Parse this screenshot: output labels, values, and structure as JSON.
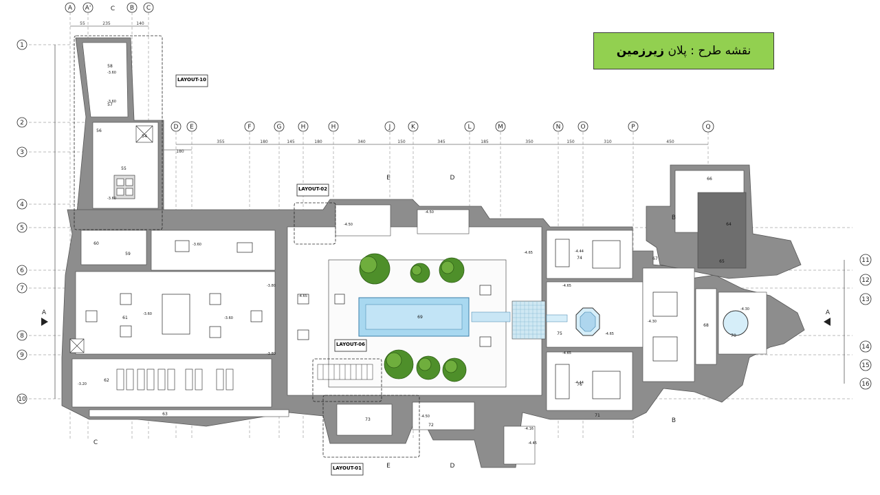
{
  "title": {
    "prefix": "نقشه طرح : پلان",
    "emphasis": "زیرزمین"
  },
  "grid": {
    "columns_top": [
      "A",
      "A'",
      "B",
      "C",
      "D",
      "E",
      "F",
      "G",
      "H",
      "H",
      "J",
      "K",
      "L",
      "M",
      "N",
      "O",
      "P",
      "Q"
    ],
    "rows_left": [
      "1",
      "2",
      "3",
      "4",
      "5",
      "6",
      "7",
      "8",
      "9",
      "10"
    ],
    "rows_right": [
      "11",
      "12",
      "13",
      "14",
      "15",
      "16"
    ],
    "dims_top_main": [
      "355",
      "180",
      "145",
      "180",
      "340",
      "150",
      "345",
      "185",
      "350",
      "150",
      "310",
      "450"
    ],
    "dims_top_left": [
      "55",
      "235",
      "140"
    ],
    "extra_dim": "180"
  },
  "layout_tags": [
    "LAYOUT-10",
    "LAYOUT-02",
    "LAYOUT-06",
    "LAYOUT-01"
  ],
  "section_marks": [
    "A",
    "A",
    "B",
    "B",
    "C",
    "C",
    "E",
    "E",
    "D",
    "D"
  ],
  "rooms": [
    "58",
    "57",
    "56",
    "54",
    "55",
    "60",
    "59",
    "61",
    "62",
    "63",
    "64",
    "65",
    "66",
    "67",
    "68",
    "69",
    "70",
    "71",
    "72",
    "73",
    "74",
    "75",
    "76"
  ],
  "levels": [
    "-3.60",
    "-3.80",
    "-4.50",
    "-4.65",
    "-4.44",
    "-4.30",
    "-3.20",
    "-4.16",
    "-4.45"
  ],
  "icon_names": [
    "north-arrow-icon",
    "section-arrow-icon"
  ],
  "colors": {
    "title_bg": "#92d050",
    "wall": "#8a8a8a",
    "pool": "#a8d8f0",
    "tree": "#4e8f2a"
  }
}
